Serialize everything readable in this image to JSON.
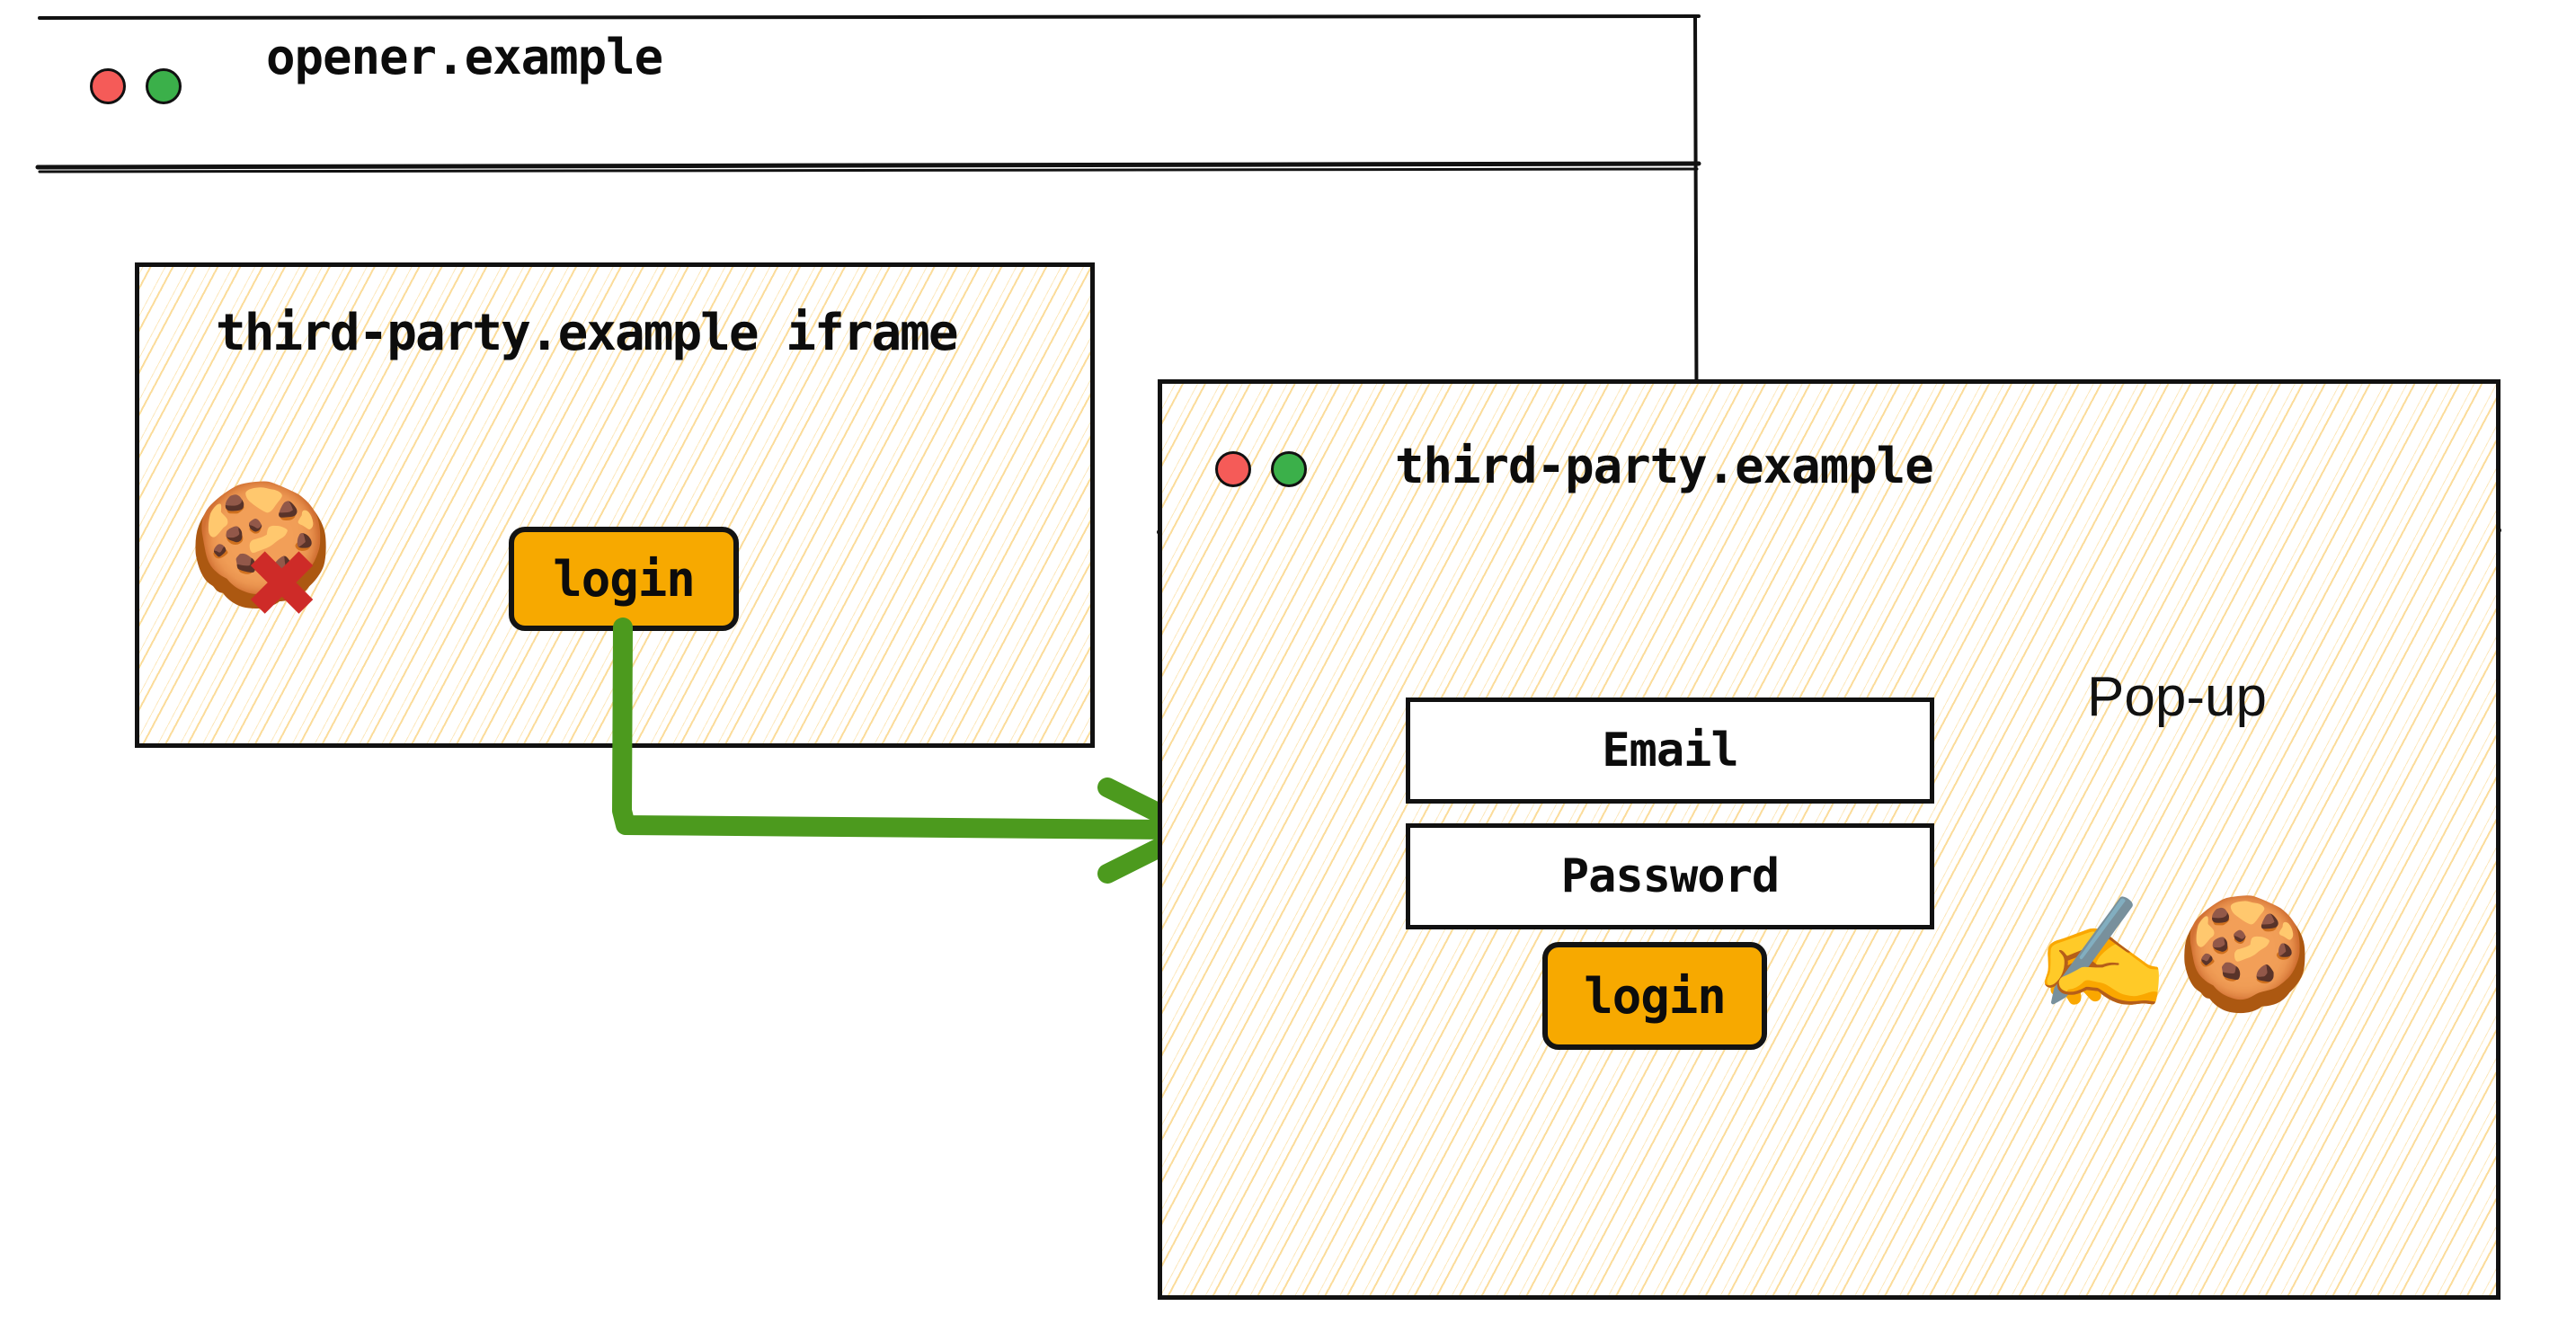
{
  "opener_window": {
    "name": "opener-window",
    "title": "opener.example",
    "traffic_lights": [
      {
        "icon": "close-dot-icon",
        "color": "#F55B58"
      },
      {
        "icon": "maximize-dot-icon",
        "color": "#3BB04A"
      }
    ],
    "iframe": {
      "label": "third-party.example iframe",
      "cookie_status": {
        "cookie_icon": "🍪",
        "blocked_icon": "✖",
        "blocked_color": "#CE2B28",
        "meaning": "third-party cookie blocked"
      },
      "login_button_label": "login"
    }
  },
  "popup_window": {
    "name": "popup-window",
    "title": "third-party.example",
    "caption": "Pop-up",
    "traffic_lights": [
      {
        "icon": "close-dot-icon",
        "color": "#F55B58"
      },
      {
        "icon": "maximize-dot-icon",
        "color": "#3BB04A"
      }
    ],
    "form": {
      "email_label": "Email",
      "password_label": "Password",
      "login_button_label": "login"
    },
    "cookie_write": {
      "writing_hand_icon": "✍️",
      "cookie_icon": "🍪",
      "meaning": "first-party cookie written"
    }
  },
  "flow": {
    "arrow_name": "login-opens-popup-arrow",
    "arrow_color": "#4C9A1E",
    "from": "iframe login button",
    "to": "third-party.example pop-up window"
  },
  "colors": {
    "accent_button": "#F7A900",
    "stroke": "#111111",
    "hatch": "#FAD689",
    "arrow_green": "#4C9A1E",
    "dot_red": "#F55B58",
    "dot_green": "#3BB04A",
    "x_red": "#CE2B28"
  }
}
